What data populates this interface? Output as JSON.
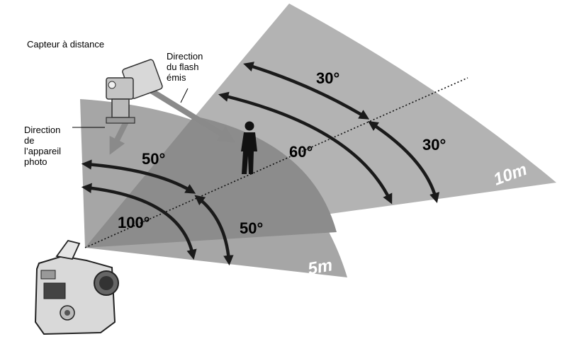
{
  "labels": {
    "remote_sensor": "Capteur à distance",
    "flash_direction": [
      "Direction",
      "du flash",
      "émis"
    ],
    "camera_direction": [
      "Direction",
      "de",
      "l’appareil",
      "photo"
    ]
  },
  "angles": {
    "far_upper": "30°",
    "far_lower": "30°",
    "far_total": "60°",
    "near_upper": "50°",
    "near_lower": "50°",
    "near_total": "100°"
  },
  "distances": {
    "far": "10m",
    "near": "5m"
  },
  "colors": {
    "far_zone": "#b3b3b3",
    "near_zone": "#a6a6a6",
    "overlap_zone": "#8c8c8c",
    "arrows": "#1a1a1a",
    "flash_beam": "#8a8a8a"
  },
  "icons": {
    "camera": "camera-icon",
    "flash": "flash-unit-icon",
    "person": "person-icon"
  }
}
